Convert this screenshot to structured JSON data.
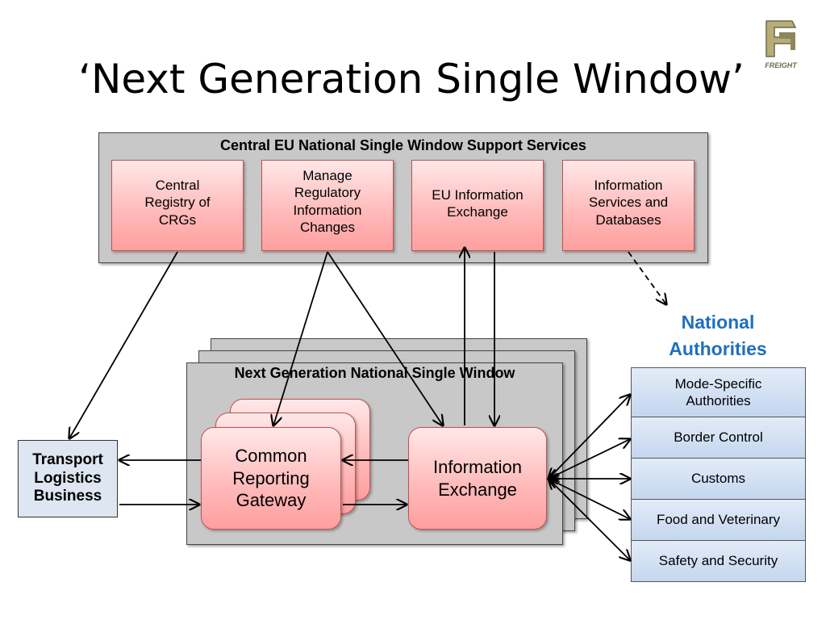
{
  "title": "‘Next Generation Single Window’",
  "logo": {
    "text": "FREIGHT",
    "color": "#a89f6a"
  },
  "central_services": {
    "title": "Central EU National Single Window Support Services",
    "boxes": [
      {
        "id": "crg",
        "label": "Central\nRegistry of\nCRGs"
      },
      {
        "id": "mric",
        "label": "Manage\nRegulatory\nInformation\nChanges"
      },
      {
        "id": "euie",
        "label": "EU Information\nExchange"
      },
      {
        "id": "isdb",
        "label": "Information\nServices and\nDatabases"
      }
    ]
  },
  "national_window": {
    "title": "Next Generation National Single Window",
    "gateway": "Common\nReporting\nGateway",
    "exchange": "Information\nExchange"
  },
  "transport": "Transport\nLogistics\nBusiness",
  "national_authorities": {
    "title": "National\nAuthorities",
    "items": [
      "Mode-Specific\nAuthorities",
      "Border Control",
      "Customs",
      "Food and Veterinary",
      "Safety and Security"
    ]
  },
  "colors": {
    "accent_blue": "#1f6fbf",
    "pink_fill": "#ffb8b8",
    "gray_panel": "#c8c8c8",
    "authority_fill": "#c4d6ee"
  }
}
